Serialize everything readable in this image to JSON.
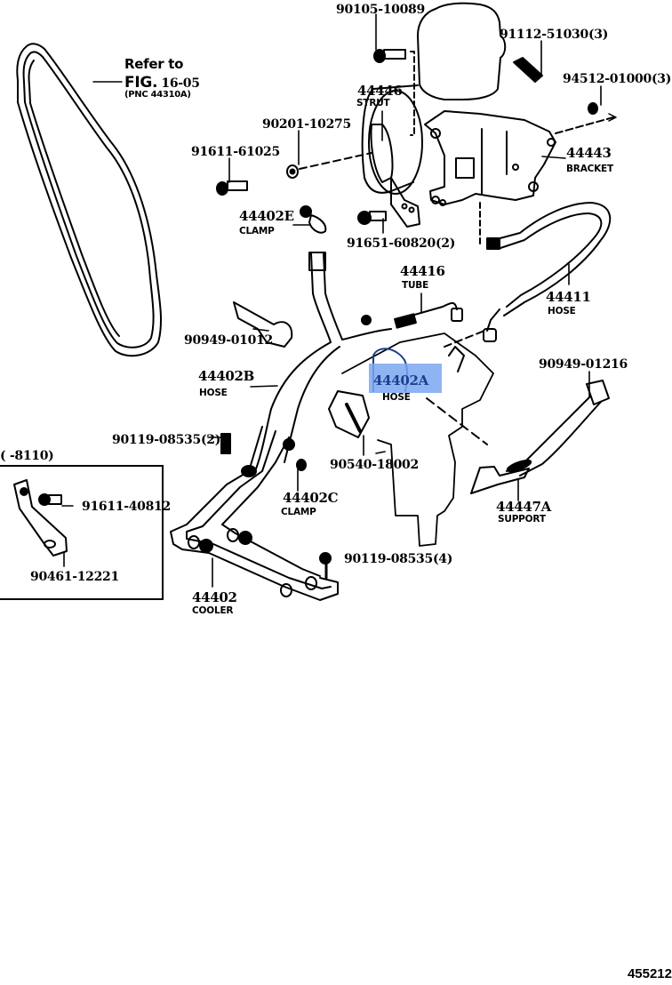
{
  "diagram": {
    "type": "exploded-parts-diagram",
    "belt_reference": {
      "line1": "Refer to",
      "fig_prefix": "FIG.",
      "fig_number": "16-05",
      "pnc": "(PNC 44310A)"
    },
    "parts": [
      {
        "id": "90105-10089",
        "name": ""
      },
      {
        "id": "91112-51030",
        "qty": "(3)",
        "name": ""
      },
      {
        "id": "94512-01000",
        "qty": "(3)",
        "name": ""
      },
      {
        "id": "44446",
        "name": "STRUT"
      },
      {
        "id": "90201-10275",
        "name": ""
      },
      {
        "id": "91611-61025",
        "name": ""
      },
      {
        "id": "44443",
        "name": "BRACKET"
      },
      {
        "id": "44402E",
        "name": "CLAMP"
      },
      {
        "id": "91651-60820",
        "qty": "(2)",
        "name": ""
      },
      {
        "id": "44416",
        "name": "TUBE"
      },
      {
        "id": "44411",
        "name": "HOSE"
      },
      {
        "id": "90949-01012",
        "name": ""
      },
      {
        "id": "44402A",
        "name": "HOSE",
        "highlighted": true
      },
      {
        "id": "90949-01216",
        "name": ""
      },
      {
        "id": "44402B",
        "name": "HOSE"
      },
      {
        "id": "90119-08535",
        "qty": "(2)",
        "name": ""
      },
      {
        "id": "90540-18002",
        "name": ""
      },
      {
        "id": "44402C",
        "name": "CLAMP"
      },
      {
        "id": "44447A",
        "name": "SUPPORT"
      },
      {
        "id": "91611-40812",
        "name": ""
      },
      {
        "id": "90461-12221",
        "name": ""
      },
      {
        "id": "90119-08535",
        "qty": "(4)",
        "name": ""
      },
      {
        "id": "44402",
        "name": "COOLER"
      }
    ],
    "inset": {
      "range_label": "(        -8110)"
    },
    "highlight_color": "#7aa7f0",
    "figure_code": "455212"
  }
}
